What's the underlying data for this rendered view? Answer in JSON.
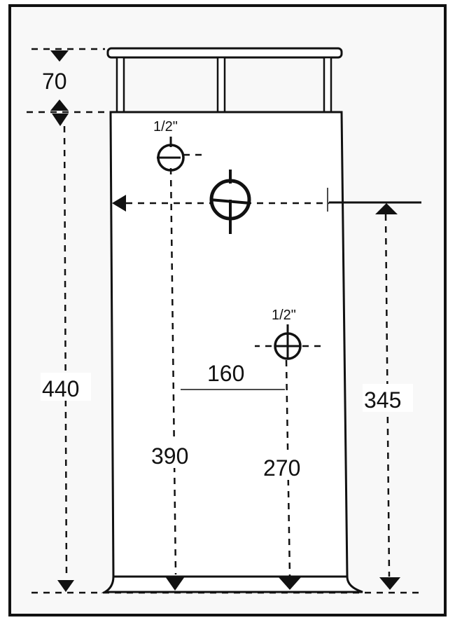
{
  "dimensions": {
    "top_height": "70",
    "total_height": "440",
    "left_outlet_height": "390",
    "right_outlet_height": "270",
    "outlet_spacing": "160",
    "main_outlet_height": "345"
  },
  "pipe_sizes": {
    "upper_outlet": "1/2\"",
    "lower_outlet": "1/2\""
  }
}
